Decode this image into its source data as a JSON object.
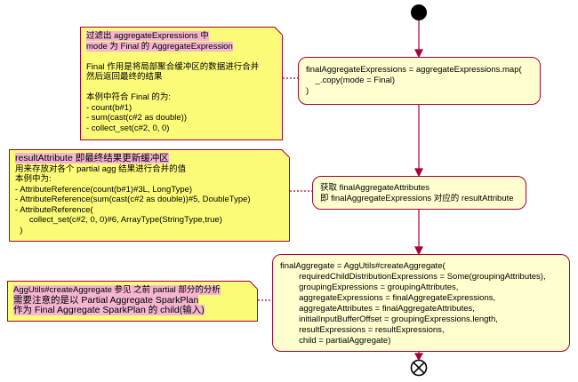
{
  "activities": [
    {
      "lines": [
        "finalAggregateExpressions = aggregateExpressions.map(",
        "    _.copy(mode = Final)",
        ")"
      ]
    },
    {
      "lines": [
        "获取 finalAggregateAttributes",
        "即 finalAggregateExpressions 对应的 resultAttribute"
      ]
    },
    {
      "lines": [
        "finalAggregate = AggUtils#createAggregate(",
        "        requiredChildDistributionExpressions = Some(groupingAttributes),",
        "        groupingExpressions = groupingAttributes,",
        "        aggregateExpressions = finalAggregateExpressions,",
        "        aggregateAttributes = finalAggregateAttributes,",
        "        initialInputBufferOffset = groupingExpressions.length,",
        "        resultExpressions = resultExpressions,",
        "        child = partialAggregate)"
      ]
    }
  ],
  "notes": [
    {
      "lines": [
        "过滤出 aggregateExpressions 中",
        "mode 为 Final 的 AggregateExpression",
        "",
        "Final 作用是将局部聚合缓冲区的数据进行合并",
        "然后返回最终的结果",
        "",
        "本例中符合 Final 的为:",
        "- count(b#1)",
        "- sum(cast(c#2 as double))",
        "- collect_set(c#2, 0, 0)"
      ]
    },
    {
      "lines": [
        "resultAttribute 即最终结果更新缓冲区",
        "用来存放对各个 partial agg 结果进行合并的值",
        "本例中为:",
        "- AttributeReference(count(b#1)#3L, LongType)",
        "- AttributeReference(sum(cast(c#2 as double))#5, DoubleType)",
        "- AttributeReference(",
        "      collect_set(c#2, 0, 0)#6, ArrayType(StringType,true)",
        "  )"
      ]
    },
    {
      "lines": [
        "AggUtils#createAggregate 参见 之前 partial 部分的分析",
        "需要注意的是以 Partial Aggregate SparkPlan",
        "作为 Final Aggregate SparkPlan 的 child(输入)"
      ]
    }
  ],
  "colors": {
    "activity_fill": "#fefece",
    "note_fill": "#fbfb77",
    "border": "#a80036",
    "highlight": "#f4b5d0"
  }
}
